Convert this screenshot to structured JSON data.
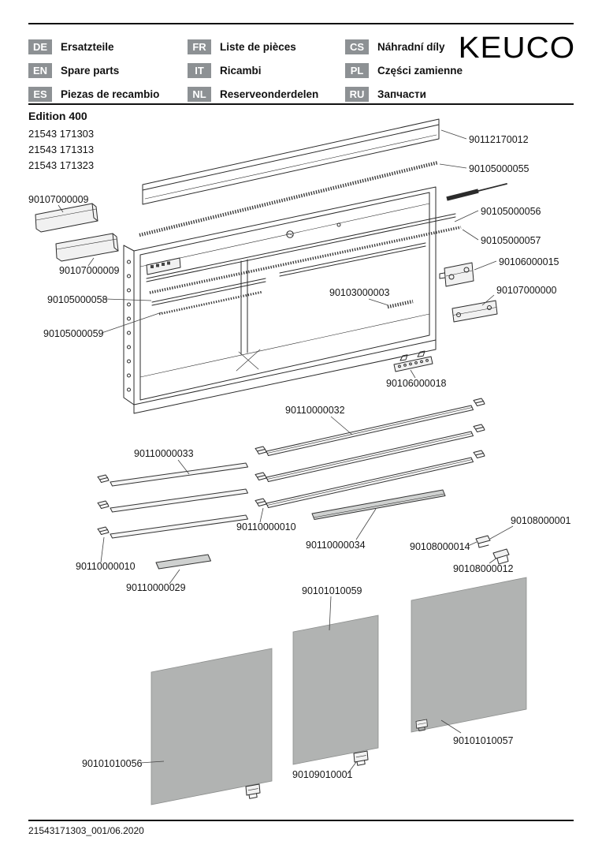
{
  "colors": {
    "line": "#2b2b2b",
    "badge_bg": "#8d9194",
    "badge_text": "#ffffff",
    "mirror_fill": "#b1b3b2",
    "shelf_fill": "#f4f4f4",
    "dark_shelf_fill": "#cfd1d0"
  },
  "header": {
    "brand": "KEUCO",
    "languages": [
      {
        "code": "DE",
        "label": "Ersatzteile"
      },
      {
        "code": "EN",
        "label": "Spare parts"
      },
      {
        "code": "ES",
        "label": "Piezas de recambio"
      },
      {
        "code": "FR",
        "label": "Liste de pièces"
      },
      {
        "code": "IT",
        "label": "Ricambi"
      },
      {
        "code": "NL",
        "label": "Reserveonderdelen"
      },
      {
        "code": "CS",
        "label": "Náhradní díly"
      },
      {
        "code": "PL",
        "label": "Części zamienne"
      },
      {
        "code": "RU",
        "label": "Запчасти"
      }
    ]
  },
  "product": {
    "series": "Edition 400",
    "models": [
      "21543 171303",
      "21543 171313",
      "21543 171323"
    ]
  },
  "parts": [
    "90112170012",
    "90105000055",
    "90107000009",
    "90105000056",
    "90105000057",
    "90106000015",
    "90107000009",
    "90105000058",
    "90103000003",
    "90107000000",
    "90105000059",
    "90106000018",
    "90110000032",
    "90110000033",
    "90110000010",
    "90110000034",
    "90108000001",
    "90108000014",
    "90108000012",
    "90110000010",
    "90110000029",
    "90101010059",
    "90101010056",
    "90109010001",
    "90101010057"
  ],
  "footer": {
    "doc_ref": "21543171303_001/06.2020"
  }
}
